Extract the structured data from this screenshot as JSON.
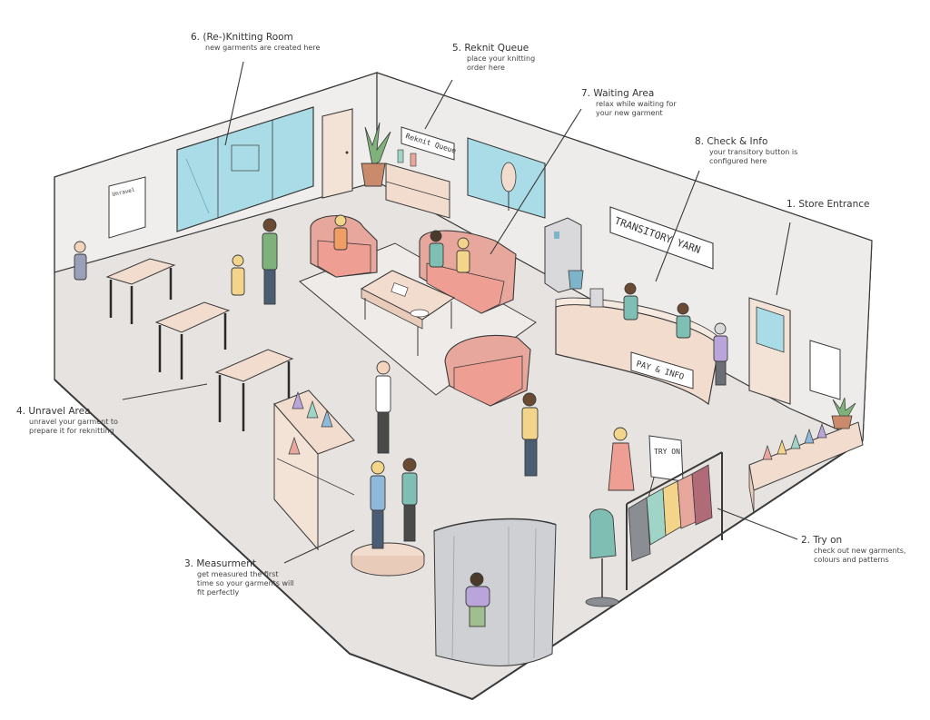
{
  "areas": [
    {
      "id": "store-entrance",
      "title": "1. Store Entrance",
      "description": ""
    },
    {
      "id": "try-on",
      "title": "2. Try on",
      "description": "check out new garments,\ncolours and patterns"
    },
    {
      "id": "measurment",
      "title": "3. Measurment",
      "description": "get measured the first\ntime so your garments will\nfit perfectly"
    },
    {
      "id": "unravel-area",
      "title": "4. Unravel Area",
      "description": "unravel your garment to\nprepare it for reknitting"
    },
    {
      "id": "reknit-queue",
      "title": "5. Reknit Queue",
      "description": "place your knitting\norder here"
    },
    {
      "id": "reknitting-room",
      "title": "6. (Re-)Knitting Room",
      "description": "new garments are created here"
    },
    {
      "id": "waiting-area",
      "title": "7. Waiting Area",
      "description": "relax while waiting for\nyour new garment"
    },
    {
      "id": "check-info",
      "title": "8. Check & Info",
      "description": "your transitory button is\nconfigured here"
    }
  ],
  "signs": {
    "transitory_yarn": "TRANSITORY YARN",
    "pay_info": "PAY & INFO",
    "reknit_queue": "Reknit Queue",
    "try_on": "TRY ON",
    "unravel": "Unravel"
  },
  "colors": {
    "floor": "#e6e3e0",
    "wall": "#efedeb",
    "sofa": "#e8a79c",
    "counter": "#f1dccd",
    "window": "#a9dce6",
    "line": "#3a3a3a"
  }
}
